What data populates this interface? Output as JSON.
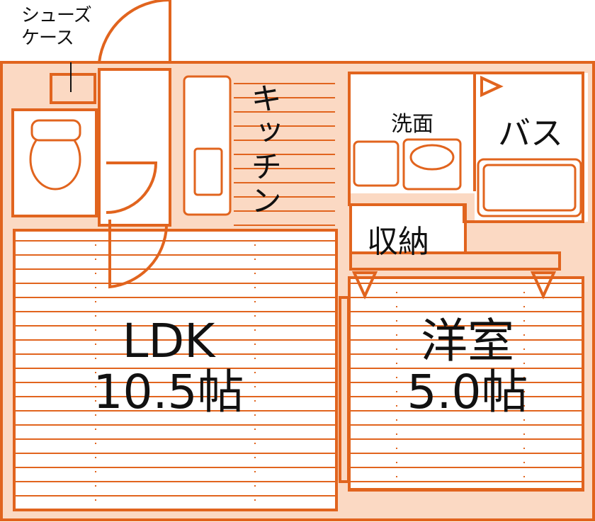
{
  "colors": {
    "wall": "#e1641e",
    "floor": "#fbd9c3",
    "fixture": "#ffffff"
  },
  "labels": {
    "shoe_case_line1": "シューズ",
    "shoe_case_line2": "ケース",
    "kitchen": "キッチン",
    "washroom": "洗面",
    "bath": "バス",
    "storage": "収納",
    "ldk_name": "LDK",
    "ldk_size": "10.5帖",
    "western_name": "洋室",
    "western_size": "5.0帖"
  }
}
